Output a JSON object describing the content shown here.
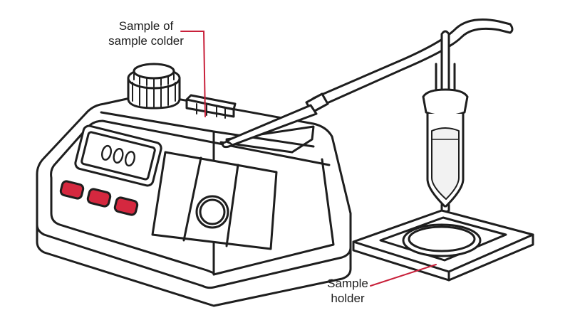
{
  "labels": {
    "sample_colder": {
      "line1": "Sample of",
      "line2": "sample colder"
    },
    "sample_holder": {
      "line1": "Sample",
      "line2": "holder"
    }
  },
  "display": {
    "digits": "000"
  },
  "colors": {
    "outline": "#1e1e1e",
    "accent_red": "#c8203a",
    "button_red": "#d5283f",
    "screen_bg": "#ffffff",
    "liquid": "#f2f2f2"
  }
}
